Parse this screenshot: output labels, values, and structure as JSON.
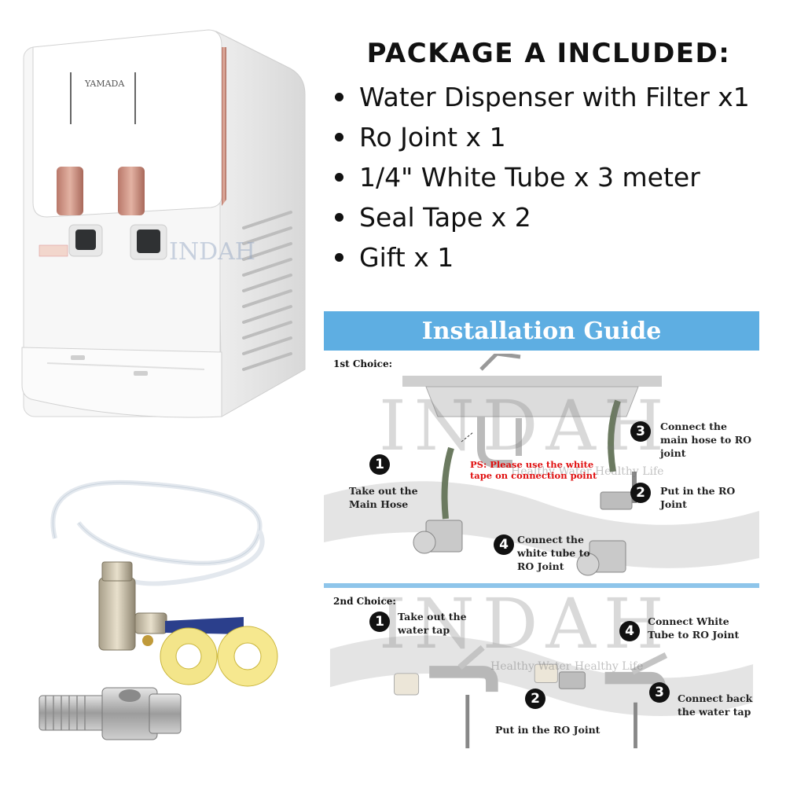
{
  "product": {
    "brand": "YAMADA",
    "watermark": "INDAH"
  },
  "package": {
    "title": "PACKAGE A INCLUDED:",
    "items": [
      "Water Dispenser with Filter x1",
      "Ro Joint x 1",
      "1/4\" White Tube x 3 meter",
      "Seal Tape x 2",
      "Gift x 1"
    ]
  },
  "guide": {
    "title": "Installation Guide",
    "watermark": "INDAH",
    "watermark_sub": "Healthy Water Healthy Life",
    "choice1": {
      "label": "1st Choice:",
      "step1": "Take out the Main Hose",
      "step2": "Put in the RO Joint",
      "step3": "Connect the main hose to RO joint",
      "step4": "Connect the white tube to RO Joint",
      "ps": "PS: Please use the white tape on connection point"
    },
    "choice2": {
      "label": "2nd Choice:",
      "step1": "Take out the water tap",
      "step2": "Put in the RO Joint",
      "step3": "Connect back the water tap",
      "step4": "Connect White Tube to RO Joint"
    },
    "numbers": [
      "1",
      "2",
      "3",
      "4"
    ]
  },
  "colors": {
    "guide_header": "#5eaee2",
    "accent_rose": "#c98a78",
    "ps_red": "#e01010"
  }
}
